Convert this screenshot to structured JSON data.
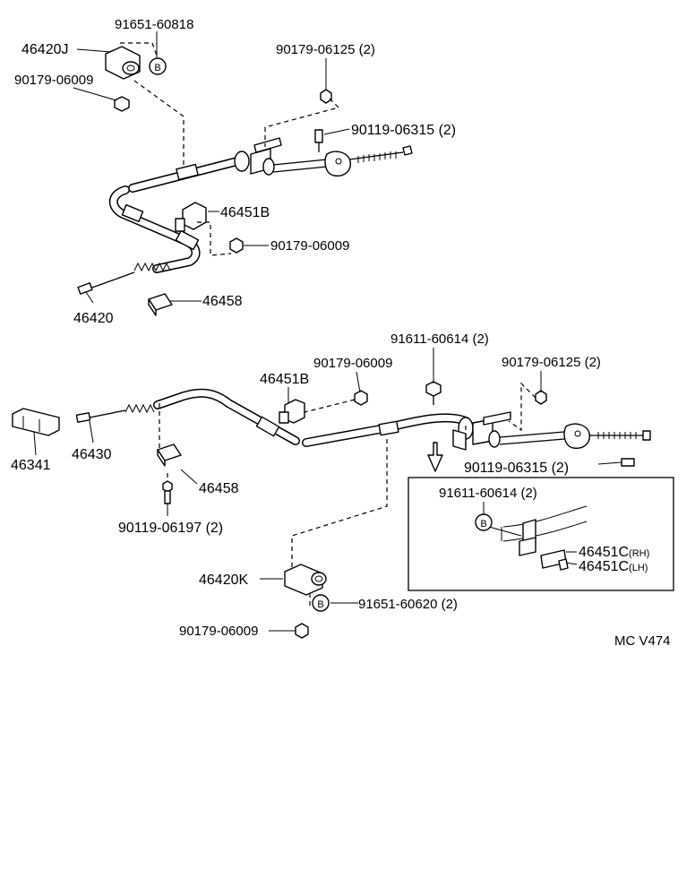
{
  "labels": {
    "top_91651_60818": "91651-60818",
    "top_46420J": "46420J",
    "top_90179_06009_a": "90179-06009",
    "top_90179_06125": "90179-06125 (2)",
    "top_90119_06315": "90119-06315 (2)",
    "top_46451B": "46451B",
    "top_90179_06009_b": "90179-06009",
    "top_46458": "46458",
    "top_46420": "46420",
    "bot_91611_60614": "91611-60614 (2)",
    "bot_90179_06009_a": "90179-06009",
    "bot_46451B": "46451B",
    "bot_90179_06125": "90179-06125 (2)",
    "bot_46341": "46341",
    "bot_46430": "46430",
    "bot_90119_06315": "90119-06315 (2)",
    "bot_46458": "46458",
    "bot_90119_06197": "90119-06197 (2)",
    "bot_46420K": "46420K",
    "bot_91651_60620": "91651-60620 (2)",
    "bot_90179_06009_b": "90179-06009",
    "inset_91611_60614": "91611-60614 (2)",
    "inset_46451C_rh": "46451C",
    "inset_46451C_rh_suffix": "(RH)",
    "inset_46451C_lh": "46451C",
    "inset_46451C_lh_suffix": "(LH)",
    "ref_code": "MC V474"
  },
  "markers": {
    "b1": "B",
    "b2": "B",
    "b3": "B"
  }
}
